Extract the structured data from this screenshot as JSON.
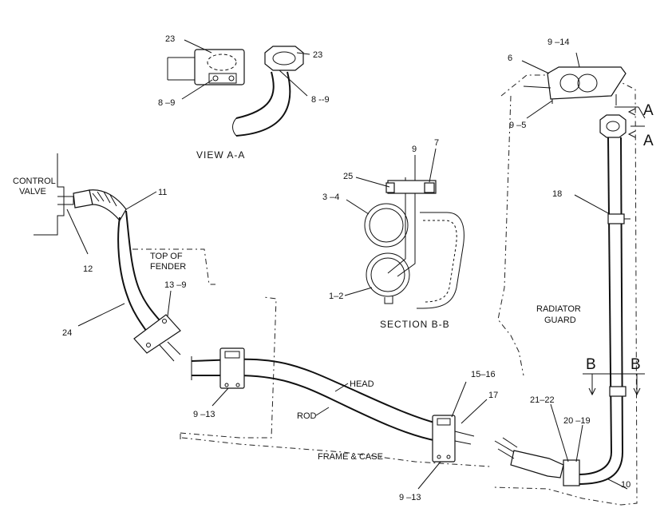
{
  "views": {
    "view_aa": "VIEW A-A",
    "section_bb": "SECTION B-B"
  },
  "text": {
    "control_valve_1": "CONTROL",
    "control_valve_2": "VALVE",
    "top_fender_1": "TOP OF",
    "top_fender_2": "FENDER",
    "radiator_1": "RADIATOR",
    "radiator_2": "GUARD",
    "head": "HEAD",
    "rod": "ROD",
    "frame_case": "FRAME & CASE",
    "cut_a": "A",
    "cut_b": "B"
  },
  "callouts": {
    "c23a": "23",
    "c23b": "23",
    "c89a": "8 –9",
    "c89b": "8 --9",
    "c914": "9 –14",
    "c6": "6",
    "c95": "9 –5",
    "c9": "9",
    "c7": "7",
    "c25": "25",
    "c34": "3 –4",
    "c12s": "1–2",
    "c11": "11",
    "c12": "12",
    "c139": "13 –9",
    "c24": "24",
    "c18": "18",
    "c913a": "9 –13",
    "c913b": "9 –13",
    "c1516": "15–16",
    "c17": "17",
    "c2122": "21–22",
    "c2019": "20 –19",
    "c10": "10"
  }
}
